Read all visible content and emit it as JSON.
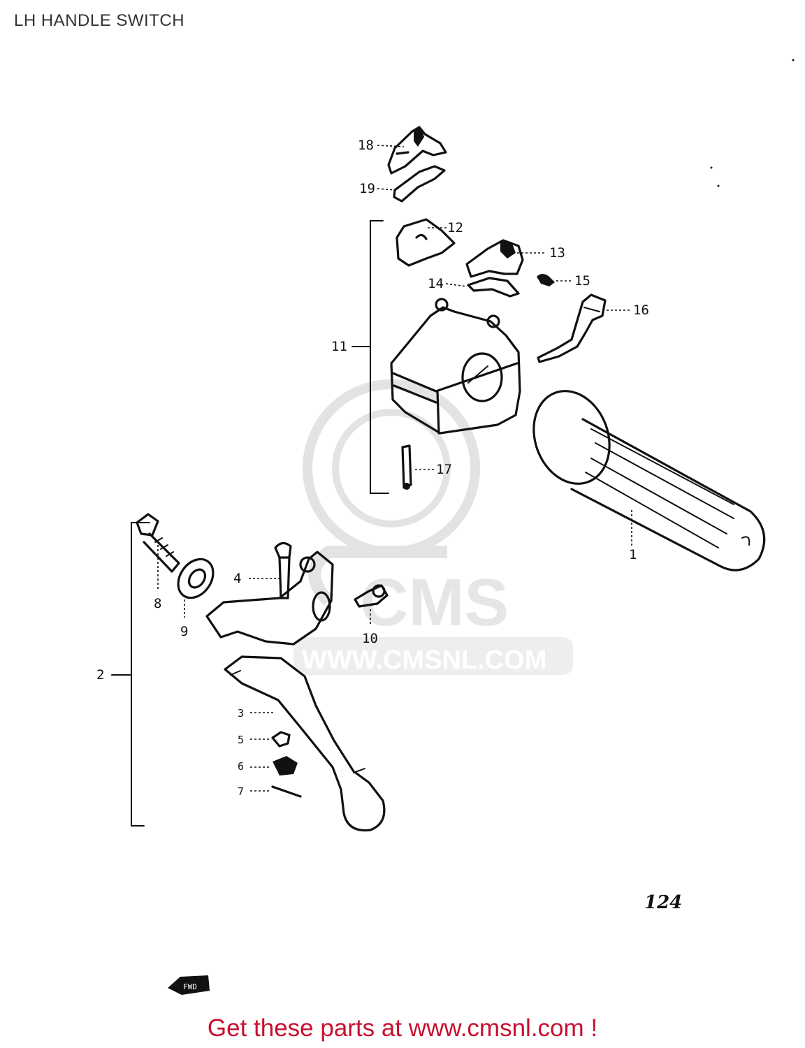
{
  "title": "LH HANDLE SWITCH",
  "watermark": {
    "brand": "CMS",
    "url": "WWW.CMSNL.COM"
  },
  "diagram": {
    "callouts": [
      "1",
      "2",
      "3",
      "4",
      "5",
      "6",
      "7",
      "8",
      "9",
      "10",
      "11",
      "12",
      "13",
      "14",
      "15",
      "16",
      "17",
      "18",
      "19"
    ],
    "page_number": "124",
    "arrow_label": "FWD"
  },
  "footer": {
    "link_text": "Get these parts at www.cmsnl.com !",
    "color": "#c8102e"
  }
}
